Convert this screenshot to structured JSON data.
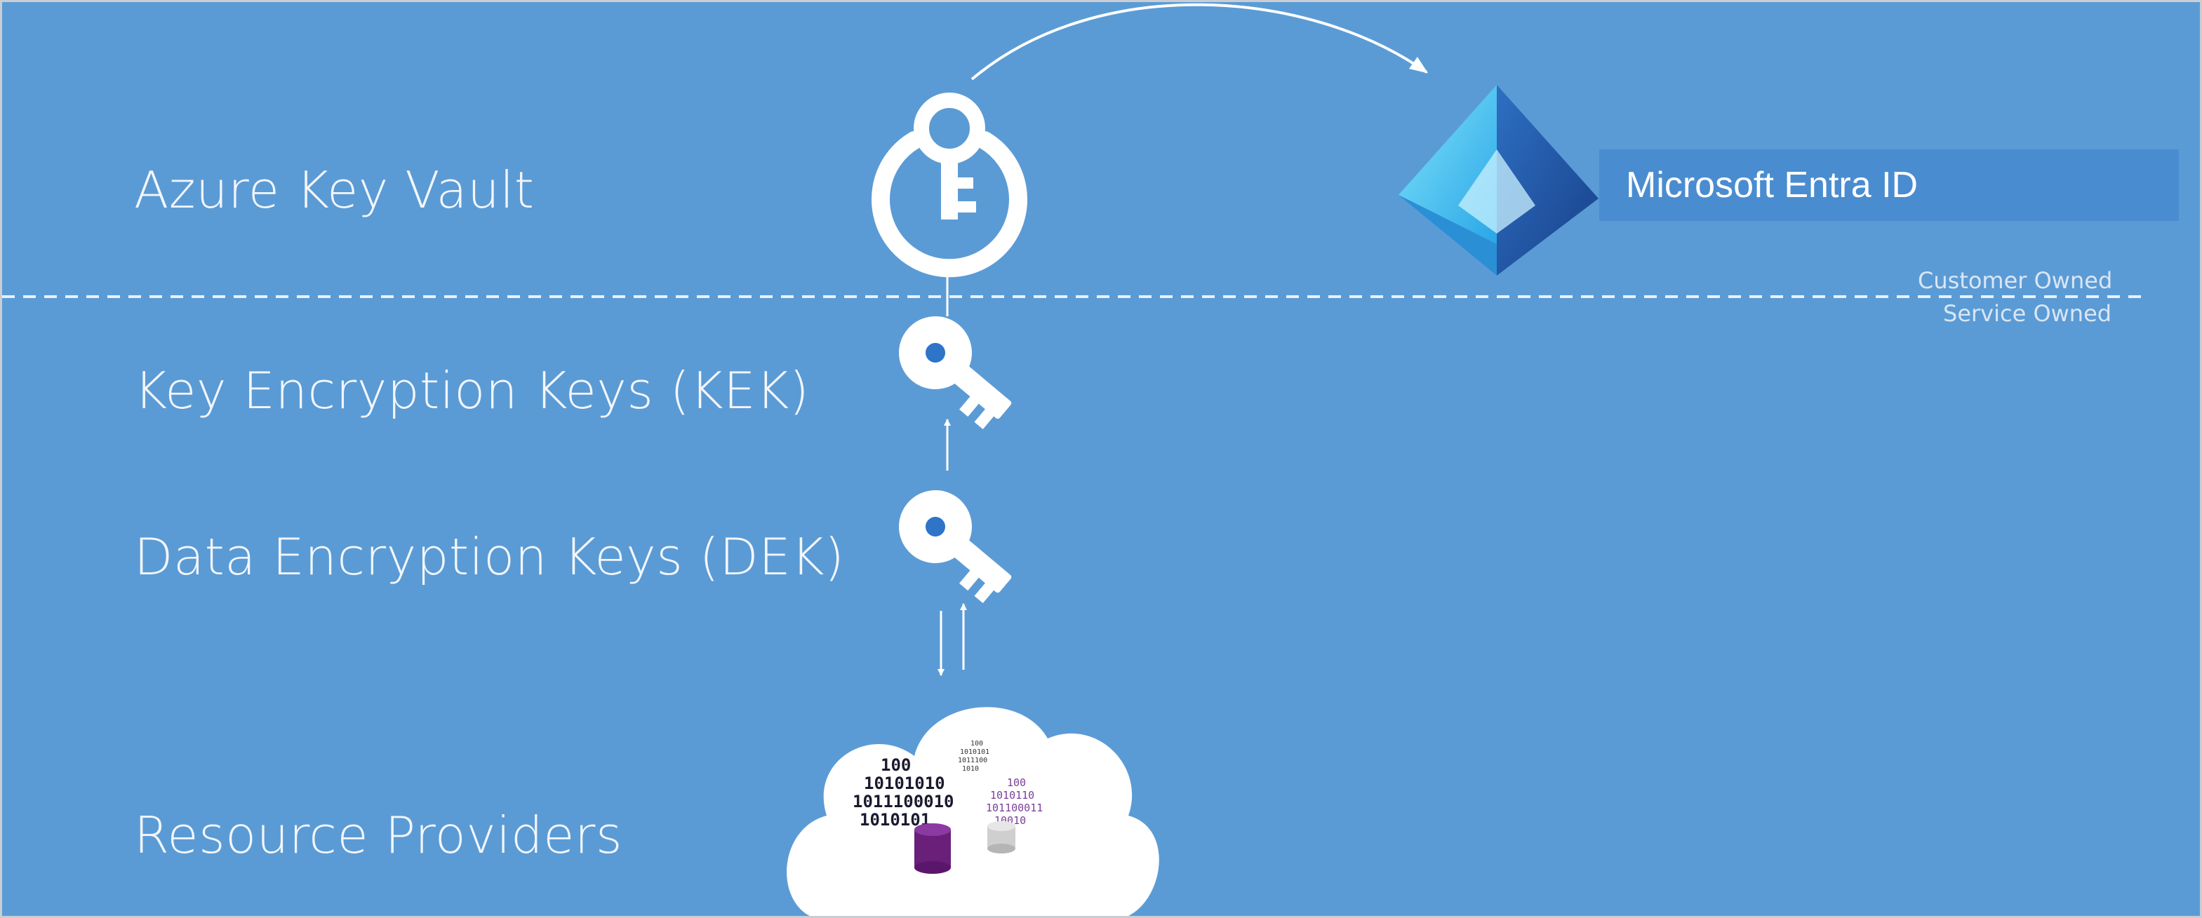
{
  "layers": {
    "vault": "Azure Key Vault",
    "kek": "Key Encryption Keys (KEK)",
    "dek": "Data Encryption Keys (DEK)",
    "providers": "Resource Providers"
  },
  "identity": {
    "label": "Microsoft Entra ID"
  },
  "ownership": {
    "above": "Customer Owned",
    "below": "Service Owned"
  },
  "binary": {
    "dark": [
      "100",
      "10101010",
      "1011100010",
      "1010101"
    ],
    "purple": [
      "100",
      "1010110",
      "101100011",
      "10010"
    ],
    "tiny": [
      "100",
      "1010101",
      "1011100",
      "1010"
    ]
  },
  "colors": {
    "background": "#5b9bd5",
    "entra_box": "#4a8cd0",
    "entra_light": "#5fd3f3",
    "entra_dark": "#1f4e99",
    "key_dot": "#2e74c9",
    "db_purple": "#6a1f7a"
  },
  "icons": [
    "key-vault-icon",
    "entra-id-icon",
    "kek-key-icon",
    "dek-key-icon",
    "cloud-data-icon"
  ]
}
